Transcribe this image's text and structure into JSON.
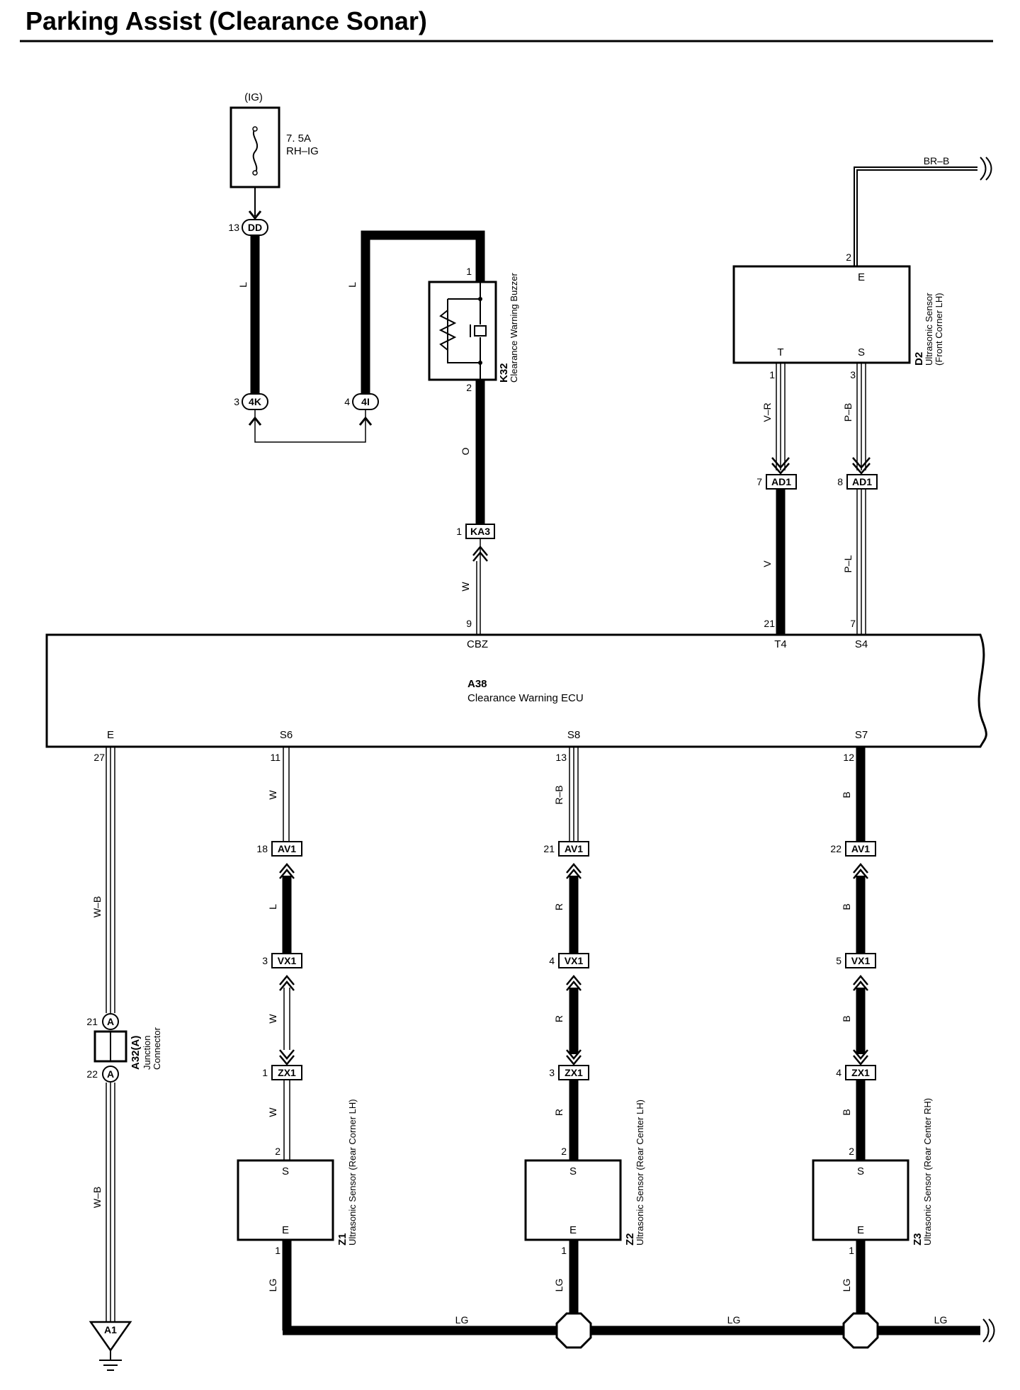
{
  "title": "Parking Assist (Clearance Sonar)",
  "fuse": {
    "source": "(IG)",
    "rating": "7. 5A",
    "name": "RH–IG"
  },
  "buzzer": {
    "code": "K32",
    "name": "Clearance Warning Buzzer"
  },
  "front_sensor": {
    "code": "D2",
    "name": "Ultrasonic Sensor",
    "location": "(Front Corner LH)",
    "terminals": [
      "E",
      "T",
      "S"
    ]
  },
  "ecu": {
    "code": "A38",
    "name": "Clearance Warning ECU",
    "top_terminals": [
      "CBZ",
      "T4",
      "S4"
    ],
    "bottom_terminals": [
      "E",
      "S6",
      "S8",
      "S7"
    ]
  },
  "junction": {
    "code": "A32(A)",
    "line1": "Junction",
    "line2": "Connector",
    "letter": "A"
  },
  "ground": {
    "code": "A1"
  },
  "rear_sensors": [
    {
      "code": "Z1",
      "name": "Ultrasonic Sensor (Rear Corner LH)"
    },
    {
      "code": "Z2",
      "name": "Ultrasonic Sensor (Rear Center LH)"
    },
    {
      "code": "Z3",
      "name": "Ultrasonic Sensor (Rear Center RH)"
    }
  ],
  "sensor_terminals": [
    "S",
    "E"
  ],
  "connectors": {
    "DD": "DD",
    "4K": "4K",
    "4I": "4I",
    "KA3": "KA3",
    "AD1": "AD1",
    "AV1": "AV1",
    "VX1": "VX1",
    "ZX1": "ZX1"
  },
  "pins": {
    "dd": "13",
    "k4": "3",
    "i4": "4",
    "buzzer_in": "1",
    "buzzer_out": "2",
    "ka3": "1",
    "ecu_cbz": "9",
    "ecu_t4": "21",
    "ecu_s4": "7",
    "d2_e": "2",
    "d2_t": "1",
    "d2_s": "3",
    "ad1_t": "7",
    "ad1_s": "8",
    "ecu_e": "27",
    "ecu_s6": "11",
    "ecu_s8": "13",
    "ecu_s7": "12",
    "jc_in": "21",
    "jc_out": "22",
    "av1_1": "18",
    "av1_2": "21",
    "av1_3": "22",
    "vx1_1": "3",
    "vx1_2": "4",
    "vx1_3": "5",
    "zx1_1": "1",
    "zx1_2": "3",
    "zx1_3": "4",
    "sensor_s": "2",
    "sensor_e": "1"
  },
  "wire_colors": {
    "fuse_dd": "L",
    "loop_4i": "L",
    "buzzer_ka3": "O",
    "ka3_ecu": "W",
    "d2_t": "V–R",
    "d2_s": "P–B",
    "ad1_t_ecu": "V",
    "ad1_s_ecu": "P–L",
    "br_b": "BR–B",
    "ecu_e_upper": "W–B",
    "ecu_e_lower": "W–B",
    "z1_a": "W",
    "z1_b": "L",
    "z1_c": "W",
    "z1_d": "W",
    "z2_a": "R–B",
    "z2_b": "R",
    "z2_c": "R",
    "z2_d": "R",
    "z3_a": "B",
    "z3_b": "B",
    "z3_c": "B",
    "z3_d": "B",
    "gnd_z1": "LG",
    "gnd_z2": "LG",
    "gnd_z3": "LG",
    "bus_1": "LG",
    "bus_2": "LG",
    "bus_3": "LG"
  }
}
